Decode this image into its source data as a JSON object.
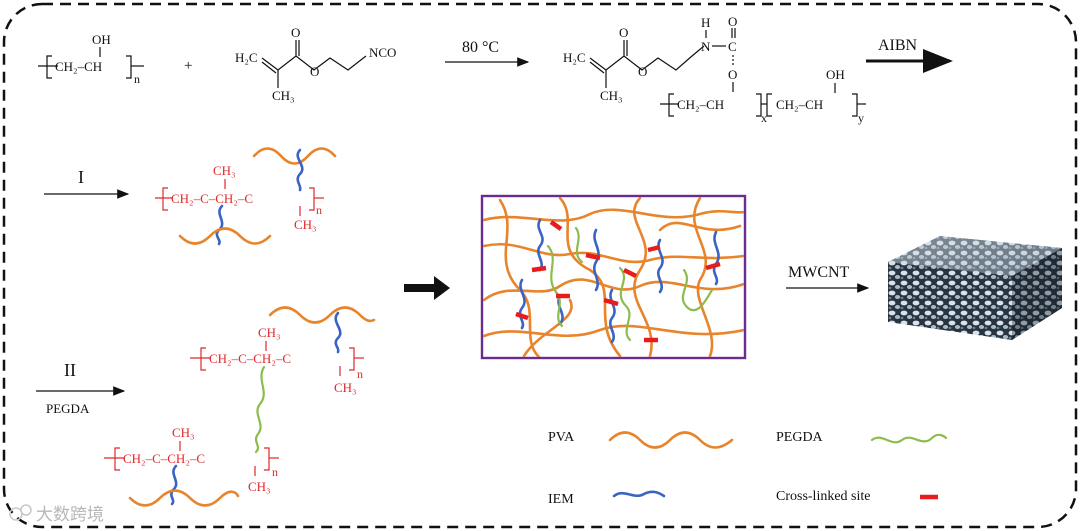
{
  "reaction1": {
    "pva_oh": "OH",
    "pva_chain": "CH₂–CH",
    "pva_n": "n",
    "plus": "+",
    "iem_h2c": "H₂C",
    "iem_ch3": "CH₃",
    "iem_o_ring": "O",
    "iem_o": "O",
    "iem_nco": "NCO",
    "condition": "80 °C",
    "product_h": "H",
    "product_n": "N",
    "product_c": "C",
    "product_o_top": "O",
    "product_o_mid": "O",
    "product_o_ester": "O",
    "product_o_carbonyl": "O",
    "product_h2c": "H₂C",
    "product_ch3": "CH₃",
    "product_chain1": "CH₂–CH",
    "product_chain2": "CH₂–CH",
    "product_oh": "OH",
    "product_x": "x",
    "product_y": "y",
    "initiator": "AIBN"
  },
  "route1": {
    "label": "I",
    "ch3_top": "CH₃",
    "chain": "CH₂–C–CH₂–C",
    "ch3_bottom": "CH₃",
    "n": "n"
  },
  "route2": {
    "label": "II",
    "reagent": "PEGDA",
    "ch3_top": "CH₃",
    "chain": "CH₂–C–CH₂–C",
    "ch3_bottom": "CH₃",
    "n": "n",
    "ch3_top_2": "CH₃",
    "chain_2": "CH₂–C–CH₂–C",
    "ch3_bottom_2": "CH₃",
    "n_2": "n"
  },
  "mwcnt_label": "MWCNT",
  "legend": {
    "pva": "PVA",
    "pegda": "PEGDA",
    "iem": "IEM",
    "crosslink": "Cross-linked site"
  },
  "colors": {
    "pva": "#e8842c",
    "iem": "#3a64c4",
    "pegda": "#8cbc4c",
    "crosslink": "#e81c1c",
    "polymer_text": "#e0282a",
    "network_frame": "#6a2c91"
  },
  "watermark": "大数跨境"
}
